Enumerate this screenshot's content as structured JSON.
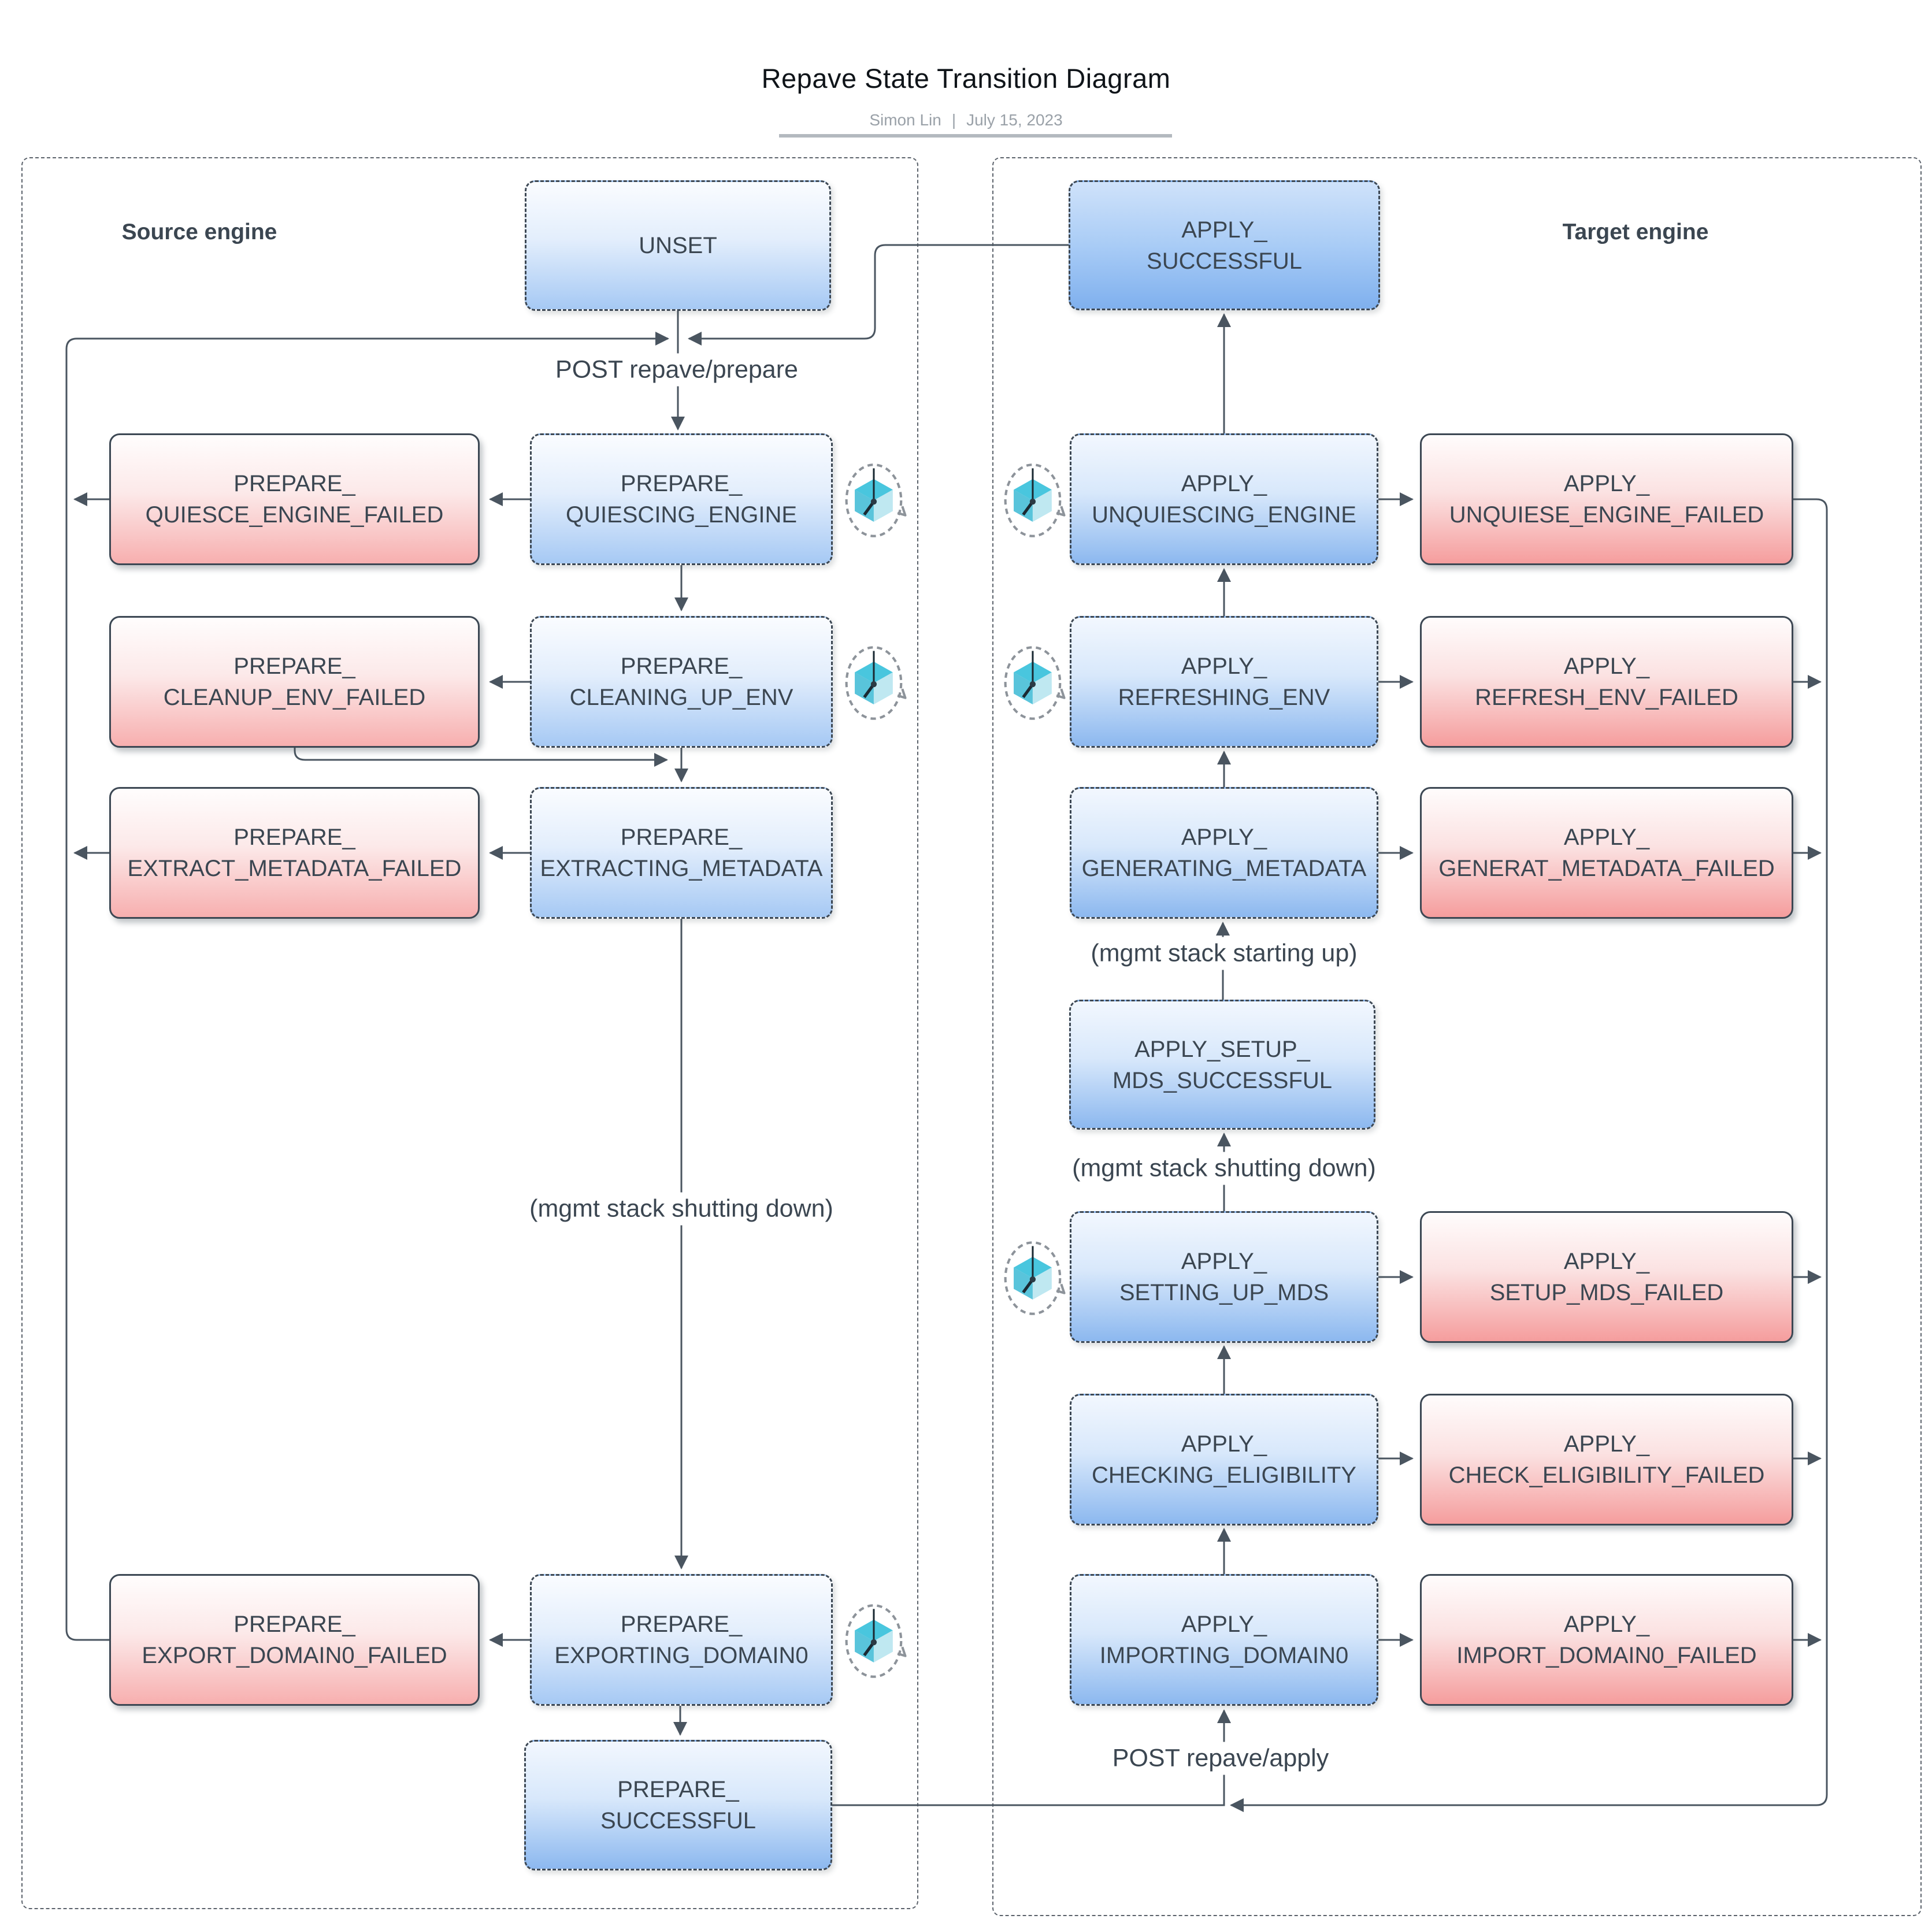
{
  "header": {
    "title": "Repave State Transition Diagram",
    "byline": "Simon Lin",
    "divider": "|",
    "date": "July 15, 2023"
  },
  "panels": {
    "source": {
      "label": "Source engine"
    },
    "target": {
      "label": "Target engine"
    }
  },
  "nodes": {
    "unset": "UNSET",
    "prepare_quiescing_engine": "PREPARE_\nQUIESCING_ENGINE",
    "prepare_quiesce_engine_failed": "PREPARE_\nQUIESCE_ENGINE_FAILED",
    "prepare_cleaning_up_env": "PREPARE_\nCLEANING_UP_ENV",
    "prepare_cleanup_env_failed": "PREPARE_\nCLEANUP_ENV_FAILED",
    "prepare_extracting_metadata": "PREPARE_\nEXTRACTING_METADATA",
    "prepare_extract_metadata_failed": "PREPARE_\nEXTRACT_METADATA_FAILED",
    "prepare_exporting_domain0": "PREPARE_\nEXPORTING_DOMAIN0",
    "prepare_export_domain0_failed": "PREPARE_\nEXPORT_DOMAIN0_FAILED",
    "prepare_successful": "PREPARE_\nSUCCESSFUL",
    "apply_successful": "APPLY_\nSUCCESSFUL",
    "apply_unquiescing_engine": "APPLY_\nUNQUIESCING_ENGINE",
    "apply_unquiese_engine_failed": "APPLY_\nUNQUIESE_ENGINE_FAILED",
    "apply_refreshing_env": "APPLY_\nREFRESHING_ENV",
    "apply_refresh_env_failed": "APPLY_\nREFRESH_ENV_FAILED",
    "apply_generating_metadata": "APPLY_\nGENERATING_METADATA",
    "apply_generat_metadata_failed": "APPLY_\nGENERAT_METADATA_FAILED",
    "apply_setup_mds_successful": "APPLY_SETUP_\nMDS_SUCCESSFUL",
    "apply_setting_up_mds": "APPLY_\nSETTING_UP_MDS",
    "apply_setup_mds_failed": "APPLY_\nSETUP_MDS_FAILED",
    "apply_checking_eligibility": "APPLY_\nCHECKING_ELIGIBILITY",
    "apply_check_eligibility_failed": "APPLY_\nCHECK_ELIGIBILITY_FAILED",
    "apply_importing_domain0": "APPLY_\nIMPORTING_DOMAIN0",
    "apply_import_domain0_failed": "APPLY_\nIMPORT_DOMAIN0_FAILED"
  },
  "edge_labels": {
    "post_repave_prepare": "POST repave/prepare",
    "post_repave_apply": "POST repave/apply",
    "mgmt_stack_shutting_down_source": "(mgmt stack shutting down)",
    "mgmt_stack_starting_up": "(mgmt stack starting up)",
    "mgmt_stack_shutting_down_target": "(mgmt stack shutting down)"
  },
  "icons": {
    "retry_clock": "retry-clock-cube-icon"
  },
  "colors": {
    "state_blue_bottom": "#8cb8ef",
    "state_blue_strong_bottom": "#7fb0ee",
    "failed_red_bottom": "#f59d9d",
    "edge_stroke": "#4a5560",
    "panel_border": "#5b626b",
    "text": "#3b4651",
    "icon_cyan": "#3bbdd8"
  }
}
